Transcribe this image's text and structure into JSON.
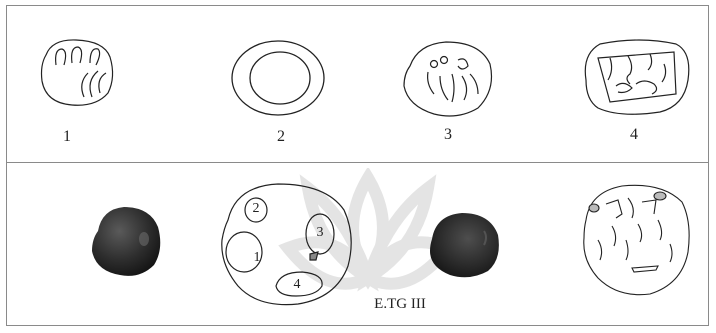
{
  "top_row": {
    "labels": [
      "1",
      "2",
      "3",
      "4"
    ]
  },
  "bottom_row": {
    "region_numbers": [
      "1",
      "2",
      "3",
      "4"
    ],
    "caption": "E.TG III"
  },
  "colors": {
    "line": "#222222",
    "border": "#8a8a8a",
    "stone_dark": "#2b2b2b",
    "stone_light": "#555555"
  }
}
